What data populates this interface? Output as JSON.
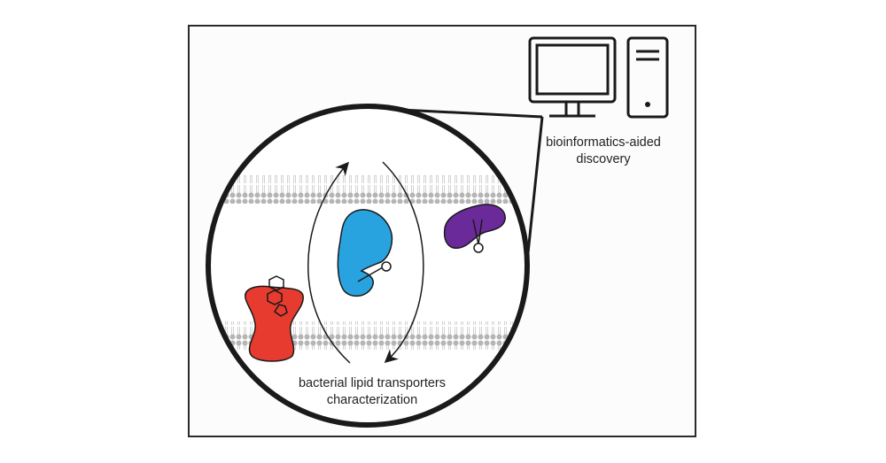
{
  "labels": {
    "computer_caption_line1": "bioinformatics-aided",
    "computer_caption_line2": "discovery",
    "circle_caption_line1": "bacterial lipid transporters",
    "circle_caption_line2": "characterization"
  },
  "colors": {
    "frame": "#2b2b2b",
    "outline": "#1a1a1a",
    "membrane": "#b9b9b9",
    "red_protein": "#e63b2e",
    "blue_protein": "#29a3e0",
    "purple_protein": "#6a2a9a"
  },
  "icons": [
    "monitor-icon",
    "computer-tower-icon"
  ]
}
